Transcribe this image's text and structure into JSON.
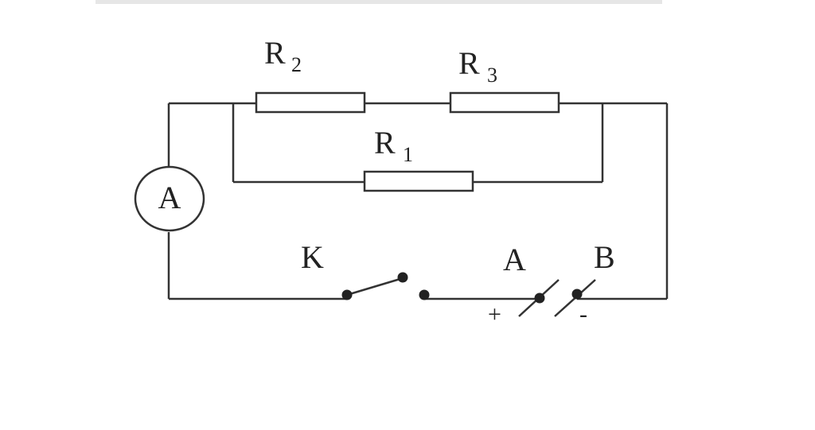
{
  "labels": {
    "r2": {
      "letter": "R",
      "sub": "2"
    },
    "r3": {
      "letter": "R",
      "sub": "3"
    },
    "r1": {
      "letter": "R",
      "sub": "1"
    },
    "ammeter": "A",
    "switch": "K",
    "terminal_a": "A",
    "terminal_b": "B",
    "plus": "+",
    "minus": "-"
  },
  "colors": {
    "line": "#333333",
    "text": "#222222",
    "strip": "#e6e6e6"
  }
}
